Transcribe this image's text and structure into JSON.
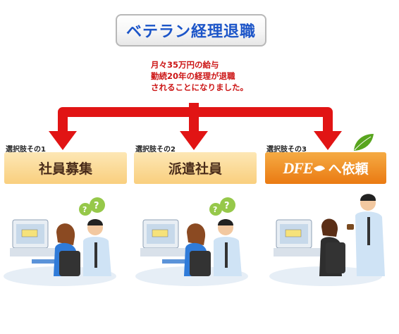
{
  "title": "ベテラン経理退職",
  "description": [
    "月々35万円の給与",
    "勤続20年の経理が退職",
    "されることになりました。"
  ],
  "options": [
    {
      "label": "選択肢その1",
      "text": "社員募集"
    },
    {
      "label": "選択肢その2",
      "text": "派遣社員"
    },
    {
      "label": "選択肢その3",
      "brand": "DFE",
      "text": "へ依頼"
    }
  ],
  "colors": {
    "arrow": "#e11414",
    "title": "#1c55c8",
    "option_light": "#fbd68d",
    "option_dark": "#ef8b22"
  }
}
